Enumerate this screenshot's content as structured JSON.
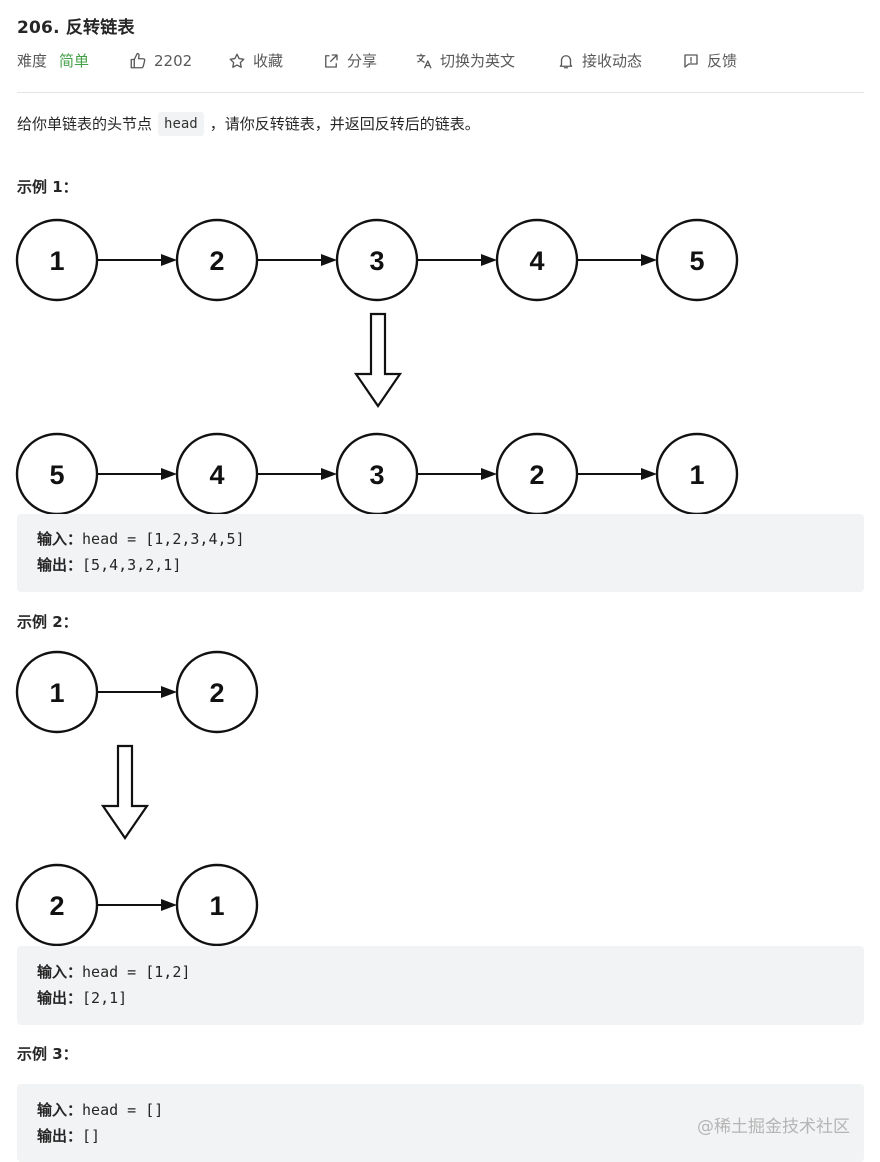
{
  "problem": {
    "title": "206. 反转链表",
    "difficulty_label": "难度",
    "difficulty_value": "简单",
    "likes": "2202",
    "favorite_label": "收藏",
    "share_label": "分享",
    "switch_lang_label": "切换为英文",
    "subscribe_label": "接收动态",
    "feedback_label": "反馈"
  },
  "description": {
    "before": "给你单链表的头节点",
    "code": "head",
    "after": "，请你反转链表，并返回反转后的链表。"
  },
  "examples": [
    {
      "label": "示例 1：",
      "input_key": "输入：",
      "input_value": "head = [1,2,3,4,5]",
      "output_key": "输出：",
      "output_value": "[5,4,3,2,1]",
      "list_before": [
        "1",
        "2",
        "3",
        "4",
        "5"
      ],
      "list_after": [
        "5",
        "4",
        "3",
        "2",
        "1"
      ]
    },
    {
      "label": "示例 2：",
      "input_key": "输入：",
      "input_value": "head = [1,2]",
      "output_key": "输出：",
      "output_value": "[2,1]",
      "list_before": [
        "1",
        "2"
      ],
      "list_after": [
        "2",
        "1"
      ]
    },
    {
      "label": "示例 3：",
      "input_key": "输入：",
      "input_value": "head = []",
      "output_key": "输出：",
      "output_value": "[]"
    }
  ],
  "watermark": "@稀土掘金技术社区",
  "icons": {
    "likes": "thumbs-up-icon",
    "favorite": "star-icon",
    "share": "share-icon",
    "translate": "translate-icon",
    "subscribe": "bell-icon",
    "feedback": "feedback-icon"
  }
}
